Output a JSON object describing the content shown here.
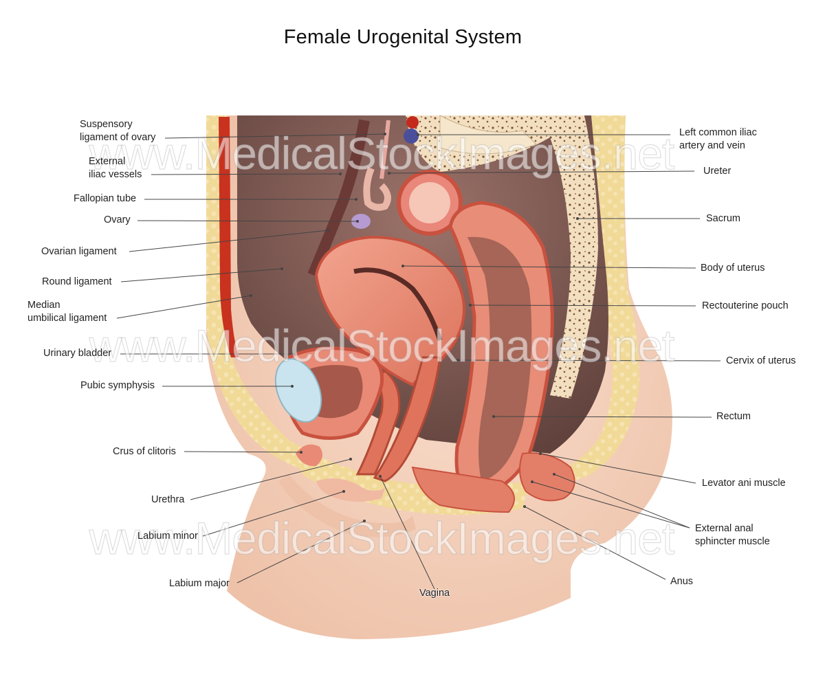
{
  "title": "Female Urogenital System",
  "watermark": "www.MedicalStockImages.net",
  "labels_left": {
    "suspensory_1": "Suspensory",
    "suspensory_2": "ligament of ovary",
    "external_1": "External",
    "external_2": "iliac vessels",
    "fallopian": "Fallopian tube",
    "ovary": "Ovary",
    "ovarian_ligament": "Ovarian ligament",
    "round_ligament": "Round ligament",
    "median_1": "Median",
    "median_2": "umbilical ligament",
    "bladder": "Urinary bladder",
    "pubic": "Pubic symphysis",
    "crus": "Crus of clitoris",
    "urethra": "Urethra",
    "labium_minor": "Labium minor",
    "labium_major": "Labium major"
  },
  "labels_right": {
    "iliac_1": "Left common iliac",
    "iliac_2": "artery and vein",
    "ureter": "Ureter",
    "sacrum": "Sacrum",
    "body_uterus": "Body of uterus",
    "rectouterine": "Rectouterine pouch",
    "cervix": "Cervix of uterus",
    "rectum": "Rectum",
    "levator": "Levator ani muscle",
    "external_anal_1": "External anal",
    "external_anal_2": "sphincter muscle",
    "anus": "Anus"
  },
  "labels_bottom": {
    "vagina": "Vagina"
  },
  "colors": {
    "muscle": "#e4826c",
    "muscle_dark": "#c8523f",
    "fat": "#f0d79a",
    "fat_dark": "#d9b56a",
    "skin": "#f6d6c3",
    "cavity": "#7a5650",
    "bone": "#f3e1c4",
    "artery": "#c42a1c",
    "vein": "#4b4f9a",
    "bladder": "#c9e4ee"
  }
}
